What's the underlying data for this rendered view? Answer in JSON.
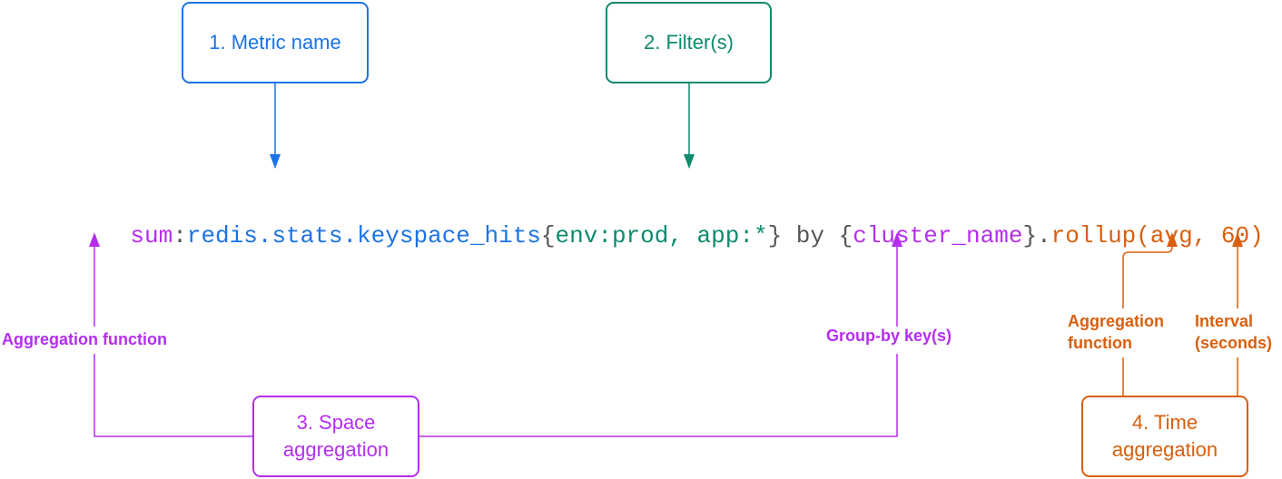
{
  "colors": {
    "metric": "#1a73e8",
    "filter": "#0e8a6d",
    "space": "#b52ef0",
    "time": "#d95f0e",
    "neutral": "#555555"
  },
  "boxes": {
    "metric_name": "1. Metric name",
    "filters": "2. Filter(s)",
    "space_aggregation": "3. Space\naggregation",
    "time_aggregation": "4. Time\naggregation"
  },
  "labels": {
    "space_aggregation_function": "Aggregation function",
    "group_by_keys": "Group-by key(s)",
    "time_aggregation_function": "Aggregation\nfunction",
    "interval": "Interval\n(seconds)"
  },
  "query": {
    "space_fn": "sum",
    "colon": ":",
    "metric": "redis.stats.keyspace_hits",
    "filter_open": "{",
    "filter": "env:prod, app:*",
    "filter_close": "}",
    "by": " by ",
    "group_open": "{",
    "group": "cluster_name",
    "group_close": "}",
    "dot": ".",
    "rollup_open": "rollup(",
    "rollup_fn": "avg",
    "rollup_sep": ", ",
    "rollup_interval": "60",
    "rollup_close": ")"
  }
}
